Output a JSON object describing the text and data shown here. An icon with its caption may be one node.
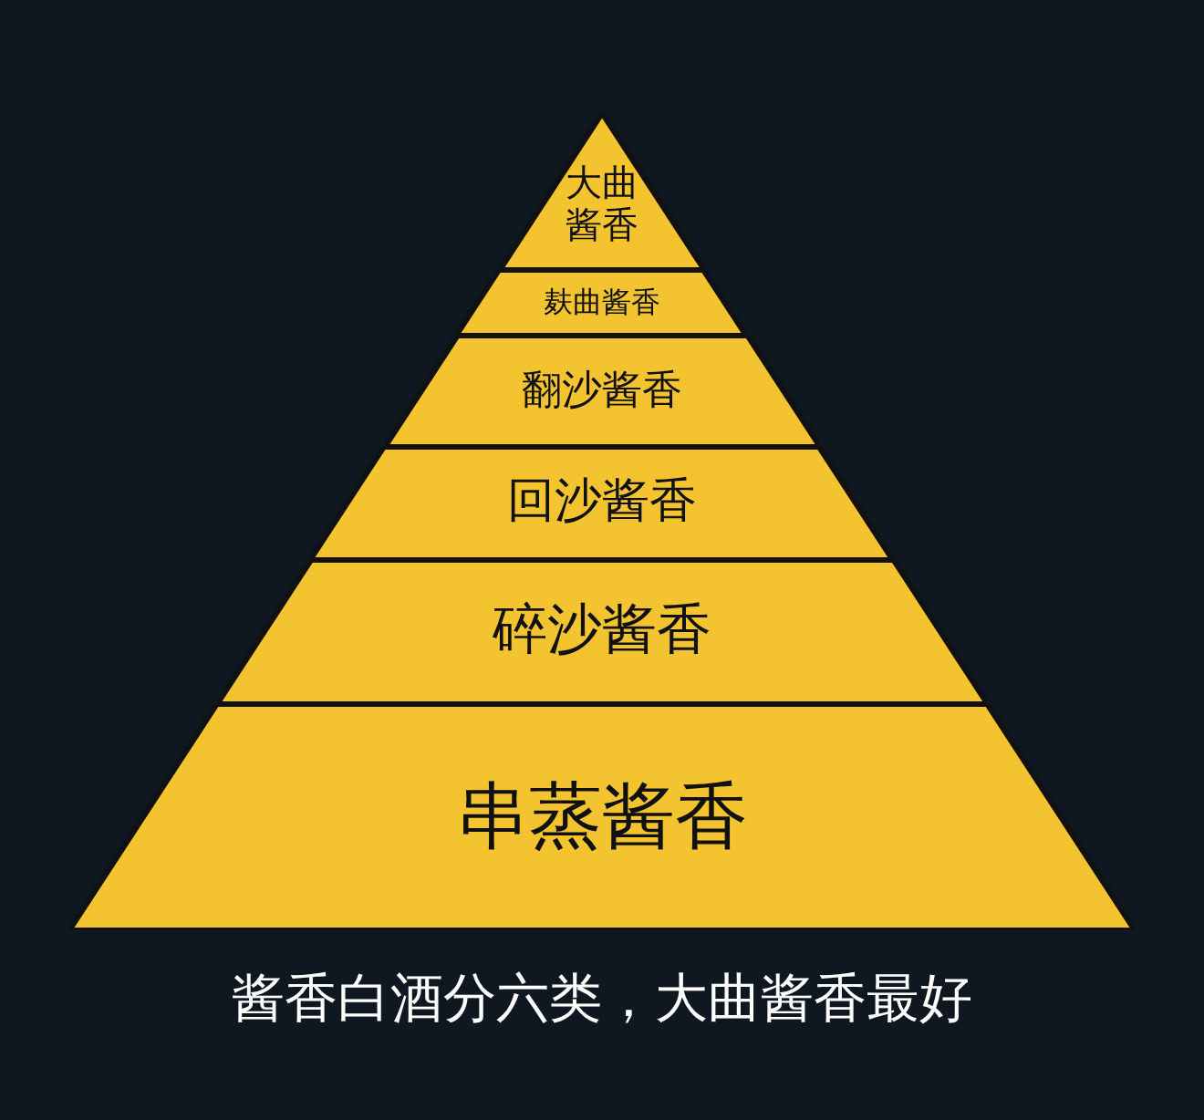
{
  "diagram": {
    "caption": "酱香白酒分六类，大曲酱香最好",
    "nodes": [
      {
        "text": [
          "大曲酱香"
        ]
      },
      {
        "text": [
          "麸曲酱香"
        ]
      },
      {
        "text": [
          "翻沙酱香"
        ]
      },
      {
        "text": [
          "回沙酱香"
        ]
      },
      {
        "text": [
          "碎沙酱香"
        ]
      },
      {
        "text": [
          "串蒸酱香"
        ]
      }
    ]
  }
}
